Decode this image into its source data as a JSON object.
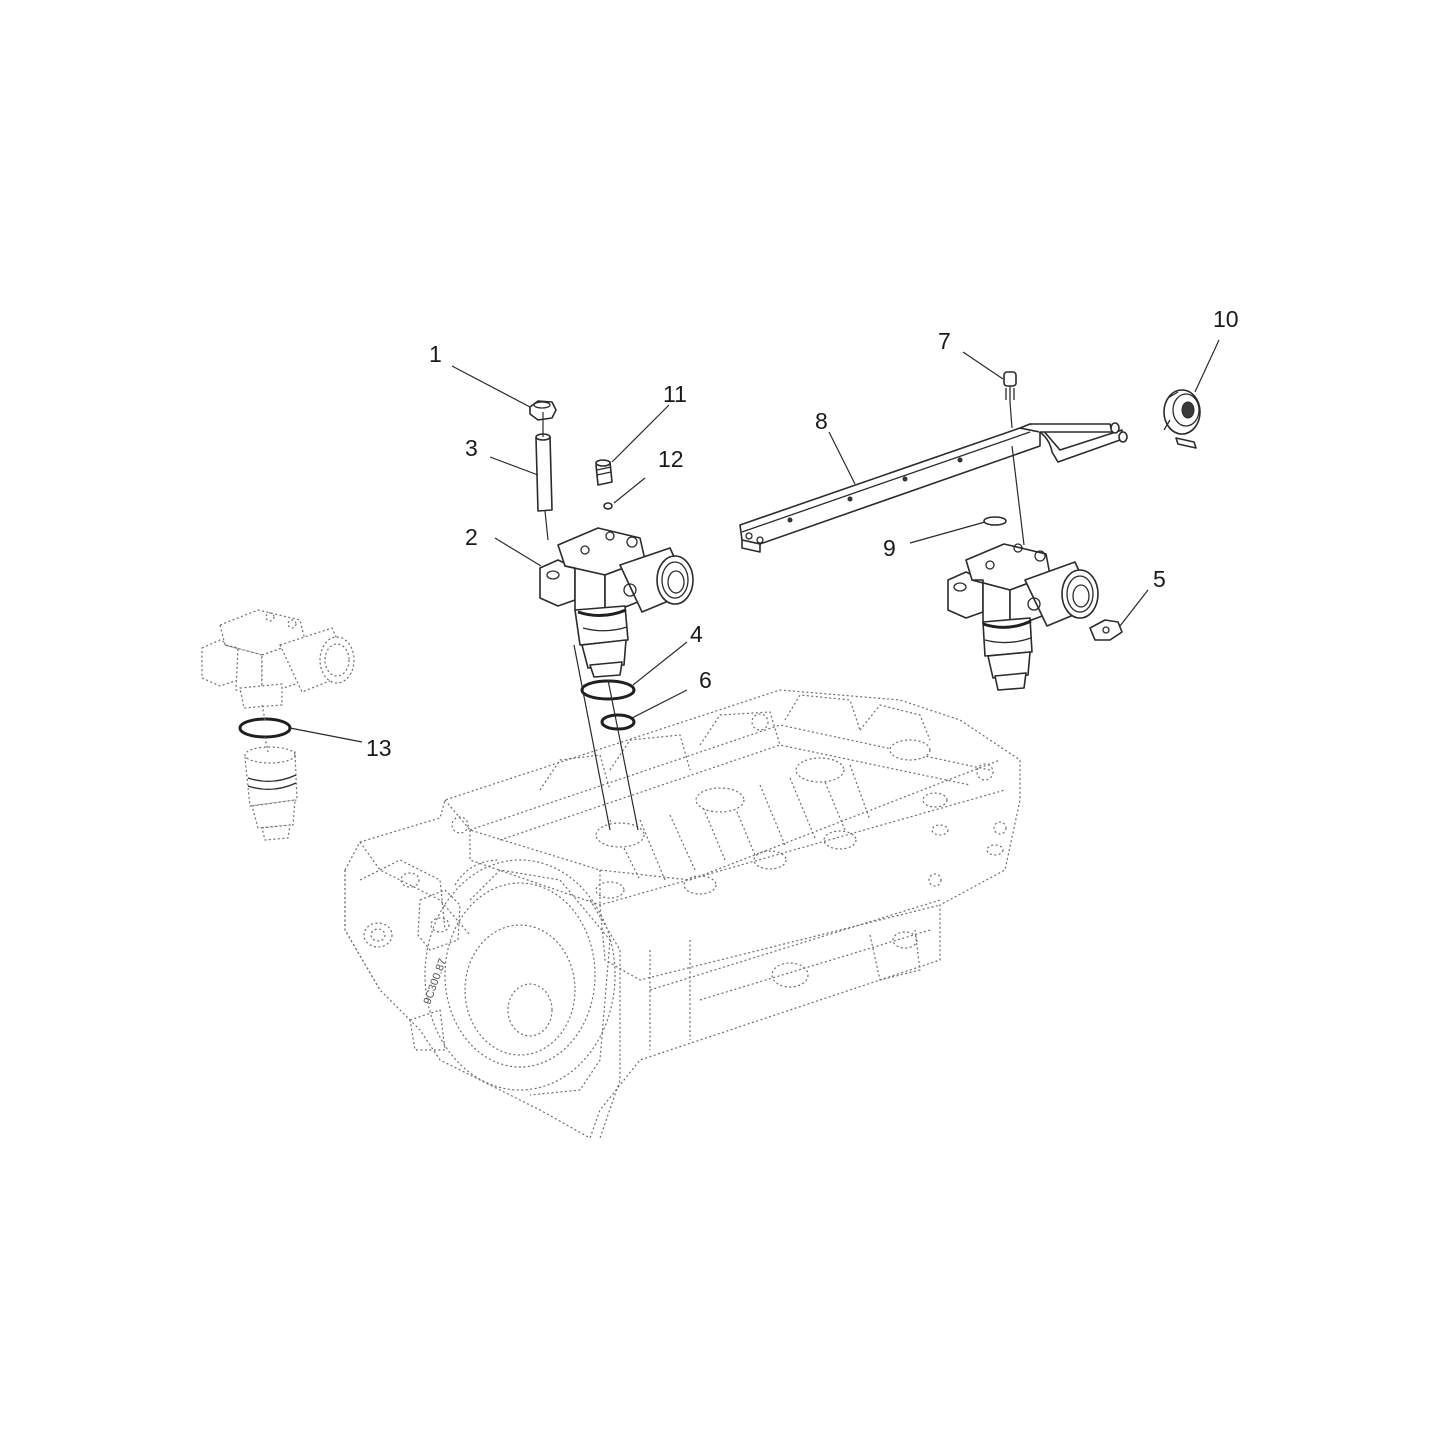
{
  "callouts": [
    {
      "id": "c1",
      "text": "1"
    },
    {
      "id": "c2",
      "text": "2"
    },
    {
      "id": "c3",
      "text": "3"
    },
    {
      "id": "c4",
      "text": "4"
    },
    {
      "id": "c5",
      "text": "5"
    },
    {
      "id": "c6",
      "text": "6"
    },
    {
      "id": "c7",
      "text": "7"
    },
    {
      "id": "c8",
      "text": "8"
    },
    {
      "id": "c9",
      "text": "9"
    },
    {
      "id": "c10",
      "text": "10"
    },
    {
      "id": "c11",
      "text": "11"
    },
    {
      "id": "c12",
      "text": "12"
    },
    {
      "id": "c13",
      "text": "13"
    }
  ],
  "engine_stamp": "9C300.87"
}
